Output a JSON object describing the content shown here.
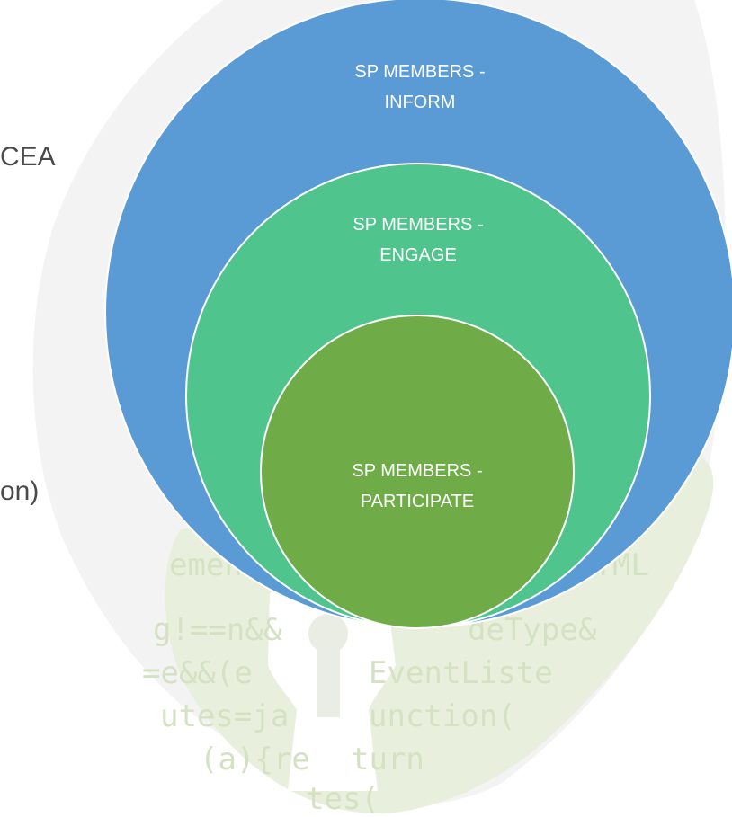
{
  "side_text": {
    "line1": "CEA",
    "line2": "on)"
  },
  "watermark": {
    "code_lines": [
      "ement",
      "g!==n&&",
      "=e&&(e",
      "utes=ja",
      "(a){re",
      "tes("
    ],
    "code_lines_right": [
      "HTML",
      "deType&",
      "EventListe",
      "unction(",
      "turn",
      ""
    ]
  },
  "diagram": {
    "outer": {
      "label_line1": "SP MEMBERS -",
      "label_line2": "INFORM"
    },
    "middle": {
      "label_line1": "SP MEMBERS -",
      "label_line2": "ENGAGE"
    },
    "inner": {
      "label_line1": "SP MEMBERS -",
      "label_line2": "PARTICIPATE"
    }
  },
  "colors": {
    "outer": "#5b9bd5",
    "middle": "#4fc48d",
    "inner": "#6fac47",
    "stroke": "#ffffff",
    "watermark_shield": "#f2f2f2",
    "watermark_green": "#e7efdc",
    "watermark_code": "#d4e2c3"
  }
}
